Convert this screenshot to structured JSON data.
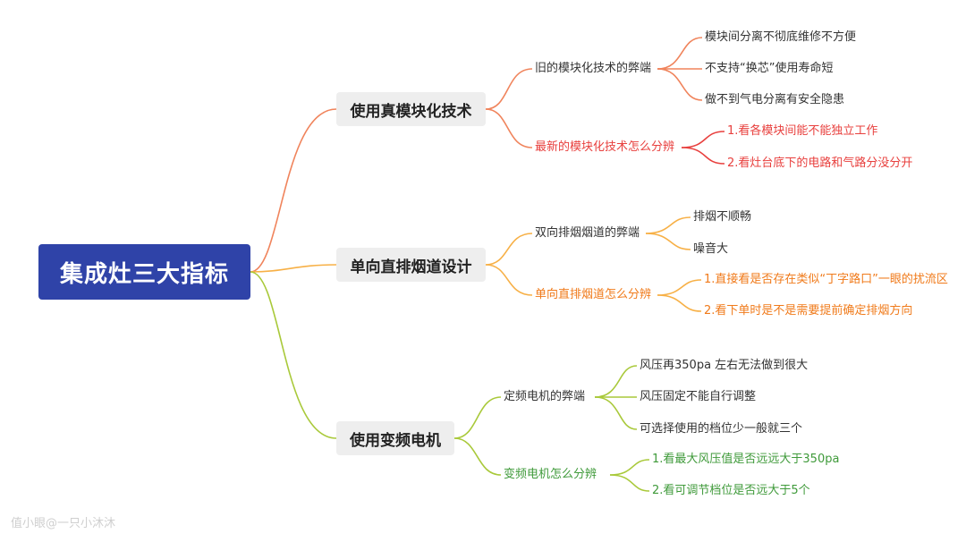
{
  "root": {
    "label": "集成灶三大指标"
  },
  "colors": {
    "root_bg": "#2f43a8",
    "orange": "#f0845c",
    "red": "#e8403e",
    "amber": "#f7b046",
    "amber_text": "#f07a1a",
    "green": "#a9c93a",
    "green_text": "#3f9a3a"
  },
  "branches": [
    {
      "label": "使用真模块化技术",
      "groups": [
        {
          "label": "旧的模块化技术的弊端",
          "items": [
            "模块间分离不彻底维修不方便",
            "不支持“换芯”使用寿命短",
            "做不到气电分离有安全隐患"
          ]
        },
        {
          "label": "最新的模块化技术怎么分辨",
          "items": [
            "1.看各模块间能不能独立工作",
            "2.看灶台底下的电路和气路分没分开"
          ]
        }
      ]
    },
    {
      "label": "单向直排烟道设计",
      "groups": [
        {
          "label": "双向排烟烟道的弊端",
          "items": [
            "排烟不顺畅",
            "噪音大"
          ]
        },
        {
          "label": "单向直排烟道怎么分辨",
          "items": [
            "1.直接看是否存在类似“丁字路口”一眼的扰流区",
            "2.看下单时是不是需要提前确定排烟方向"
          ]
        }
      ]
    },
    {
      "label": "使用变频电机",
      "groups": [
        {
          "label": "定频电机的弊端",
          "items": [
            "风压再350pa 左右无法做到很大",
            "风压固定不能自行调整",
            "可选择使用的档位少一般就三个"
          ]
        },
        {
          "label": "变频电机怎么分辨",
          "items": [
            "1.看最大风压值是否远远大于350pa",
            "2.看可调节档位是否远大于5个"
          ]
        }
      ]
    }
  ],
  "watermark": "值小眼@一只小沐沐"
}
